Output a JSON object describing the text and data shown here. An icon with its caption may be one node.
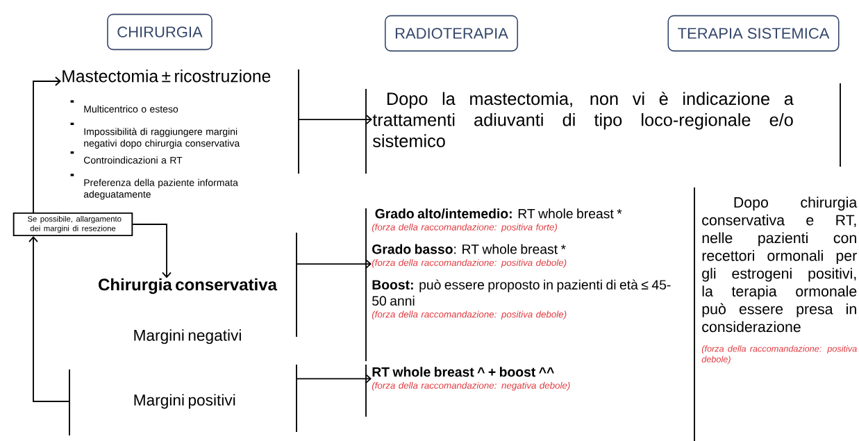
{
  "diagram": {
    "nodes": [
      {
        "text": [
          "CHIRURGIA"
        ]
      },
      {
        "text": [
          "RADIOTERAPIA"
        ]
      },
      {
        "text": [
          "TERAPIA SISTEMICA"
        ]
      },
      {
        "text": [
          "Mastectomia ± ricostruzione",
          "Multicentrico o esteso",
          "Impossibilità di raggiungere margini negativi dopo chirurgia conservativa",
          "Controindicazioni a RT",
          "Preferenza della paziente informata adeguatamente"
        ]
      },
      {
        "text": [
          "Se possibile, allargamento dei margini di resezione"
        ]
      },
      {
        "text": [
          "Chirurgia conservativa",
          "Margini negativi"
        ]
      },
      {
        "text": [
          "Margini positivi"
        ]
      },
      {
        "text": [
          "Dopo la mastectomia, non vi è indicazione a trattamenti adiuvanti di tipo loco-regionale e/o sistemico"
        ]
      },
      {
        "text": [
          "**Grado alto/intemedio:** RT whole breast *",
          "(forza della raccomandazione: positiva forte)",
          "**Grado basso**: RT whole breast *",
          "(forza della raccomandazione: positiva debole)",
          "**Boost:** può essere proposto in pazienti di età ≤ 45-50 anni",
          "(forza della raccomandazione: positiva debole)"
        ]
      },
      {
        "text": [
          "RT whole breast ^ + boost ^^",
          "(forza della raccomandazione: negativa debole)"
        ]
      },
      {
        "text": [
          "Dopo chirurgia conservativa e RT, nelle pazienti con recettori ormonali per gli estrogeni positivi, la terapia ormonale può essere presa in considerazione",
          "(forza della raccomandazione: positiva debole)"
        ]
      }
    ],
    "edges": [
      {
        "from": 6,
        "to": 4,
        "arrow": "to"
      },
      {
        "from": 4,
        "to": 3,
        "arrow": "to"
      },
      {
        "from": 4,
        "to": 5,
        "arrow": "to"
      },
      {
        "from": 3,
        "to": 7,
        "arrow": "to"
      },
      {
        "from": 5,
        "to": 8,
        "arrow": "to"
      },
      {
        "from": 6,
        "to": 9,
        "arrow": "to"
      }
    ]
  }
}
